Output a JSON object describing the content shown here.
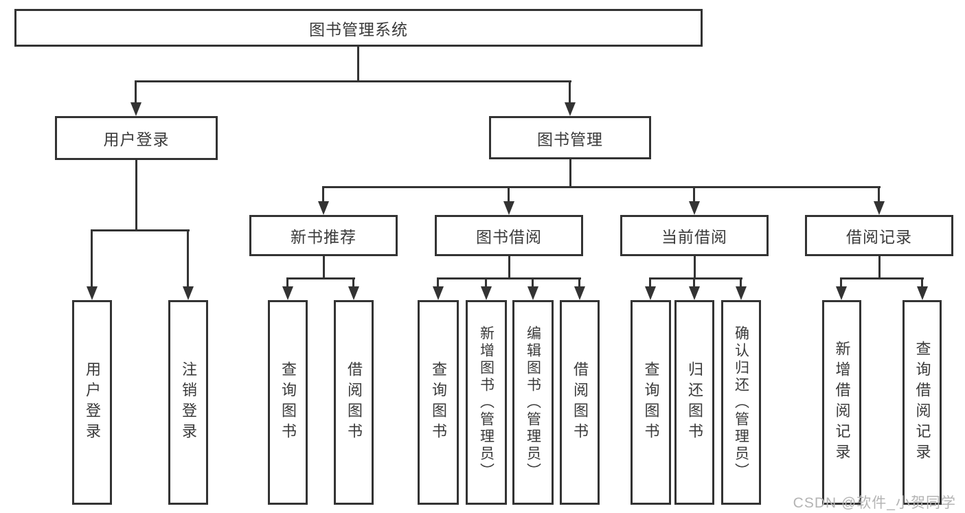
{
  "nodes": {
    "root": {
      "label": "图书管理系统"
    },
    "level2": [
      {
        "id": "user-login",
        "label": "用户登录"
      },
      {
        "id": "book-management",
        "label": "图书管理"
      }
    ],
    "level3": [
      {
        "id": "new-book-recommend",
        "parent": "book-management",
        "label": "新书推荐"
      },
      {
        "id": "book-borrow",
        "parent": "book-management",
        "label": "图书借阅"
      },
      {
        "id": "current-borrow",
        "parent": "book-management",
        "label": "当前借阅"
      },
      {
        "id": "borrow-records",
        "parent": "book-management",
        "label": "借阅记录"
      }
    ],
    "leaves": [
      {
        "parent": "user-login",
        "label": "用户登录"
      },
      {
        "parent": "user-login",
        "label": "注销登录"
      },
      {
        "parent": "new-book-recommend",
        "label": "查询图书"
      },
      {
        "parent": "new-book-recommend",
        "label": "借阅图书"
      },
      {
        "parent": "book-borrow",
        "label": "查询图书"
      },
      {
        "parent": "book-borrow",
        "label": "新增图书（管理员）"
      },
      {
        "parent": "book-borrow",
        "label": "编辑图书（管理员）"
      },
      {
        "parent": "book-borrow",
        "label": "借阅图书"
      },
      {
        "parent": "current-borrow",
        "label": "查询图书"
      },
      {
        "parent": "current-borrow",
        "label": "归还图书"
      },
      {
        "parent": "current-borrow",
        "label": "确认归还（管理员）"
      },
      {
        "parent": "borrow-records",
        "label": "新增借阅记录"
      },
      {
        "parent": "borrow-records",
        "label": "查询借阅记录"
      }
    ]
  },
  "watermark": {
    "text": "CSDN @软件_小贺同学"
  },
  "colors": {
    "line": "#333333",
    "text": "#3a3a3a",
    "watermark": "#b4b4b4",
    "background": "#ffffff"
  }
}
